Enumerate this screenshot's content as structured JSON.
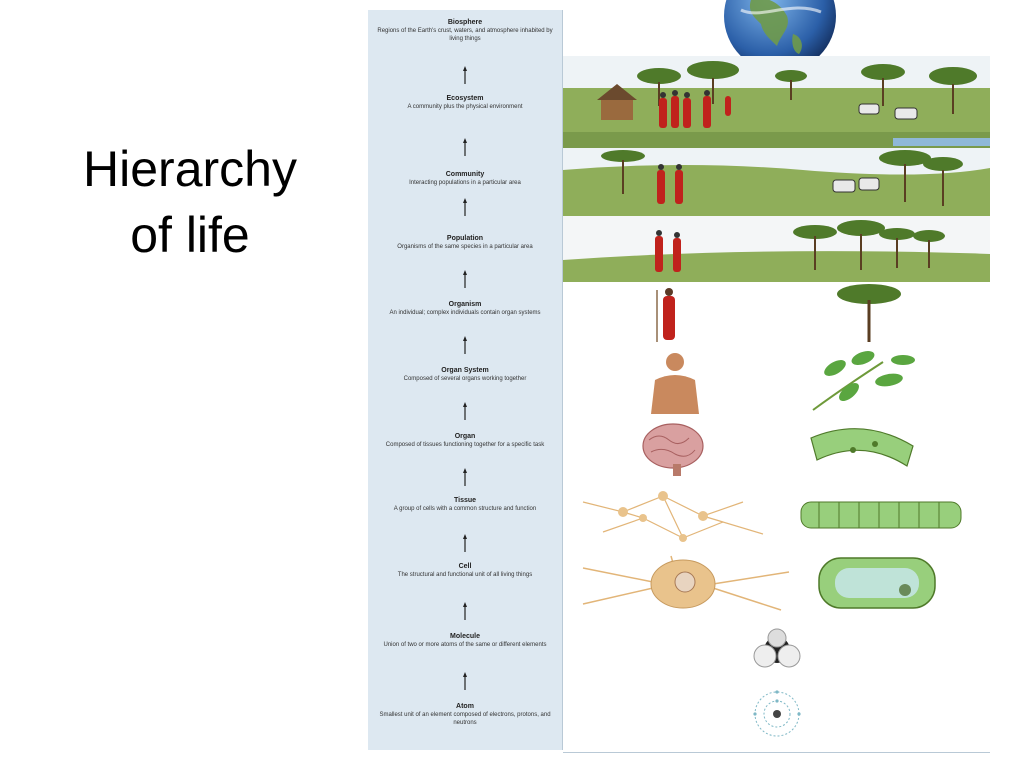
{
  "slide": {
    "title_line1": "Hierarchy",
    "title_line2": "of life"
  },
  "colors": {
    "panel": "#dde8f1",
    "robe": "#c0221c",
    "grass": "#8fae5a",
    "tree": "#4f7a2a",
    "leaf": "#5aa640",
    "neuron": "#e9c38c",
    "cell": "#98cf7c"
  },
  "levels": [
    {
      "name": "Biosphere",
      "desc": "Regions of the Earth's crust, waters, and atmosphere inhabited by living things"
    },
    {
      "name": "Ecosystem",
      "desc": "A community plus the physical environment"
    },
    {
      "name": "Community",
      "desc": "Interacting populations in a particular area"
    },
    {
      "name": "Population",
      "desc": "Organisms of the same species in a particular area"
    },
    {
      "name": "Organism",
      "desc": "An individual; complex individuals contain organ systems"
    },
    {
      "name": "Organ System",
      "desc": "Composed of several organs working together"
    },
    {
      "name": "Organ",
      "desc": "Composed of tissues functioning together for a specific task"
    },
    {
      "name": "Tissue",
      "desc": "A group of cells with a common structure and function"
    },
    {
      "name": "Cell",
      "desc": "The structural and functional unit of all living things"
    },
    {
      "name": "Molecule",
      "desc": "Union of two or more atoms of the same or different elements"
    },
    {
      "name": "Atom",
      "desc": "Smallest unit of an element composed of electrons, protons, and neutrons"
    }
  ]
}
